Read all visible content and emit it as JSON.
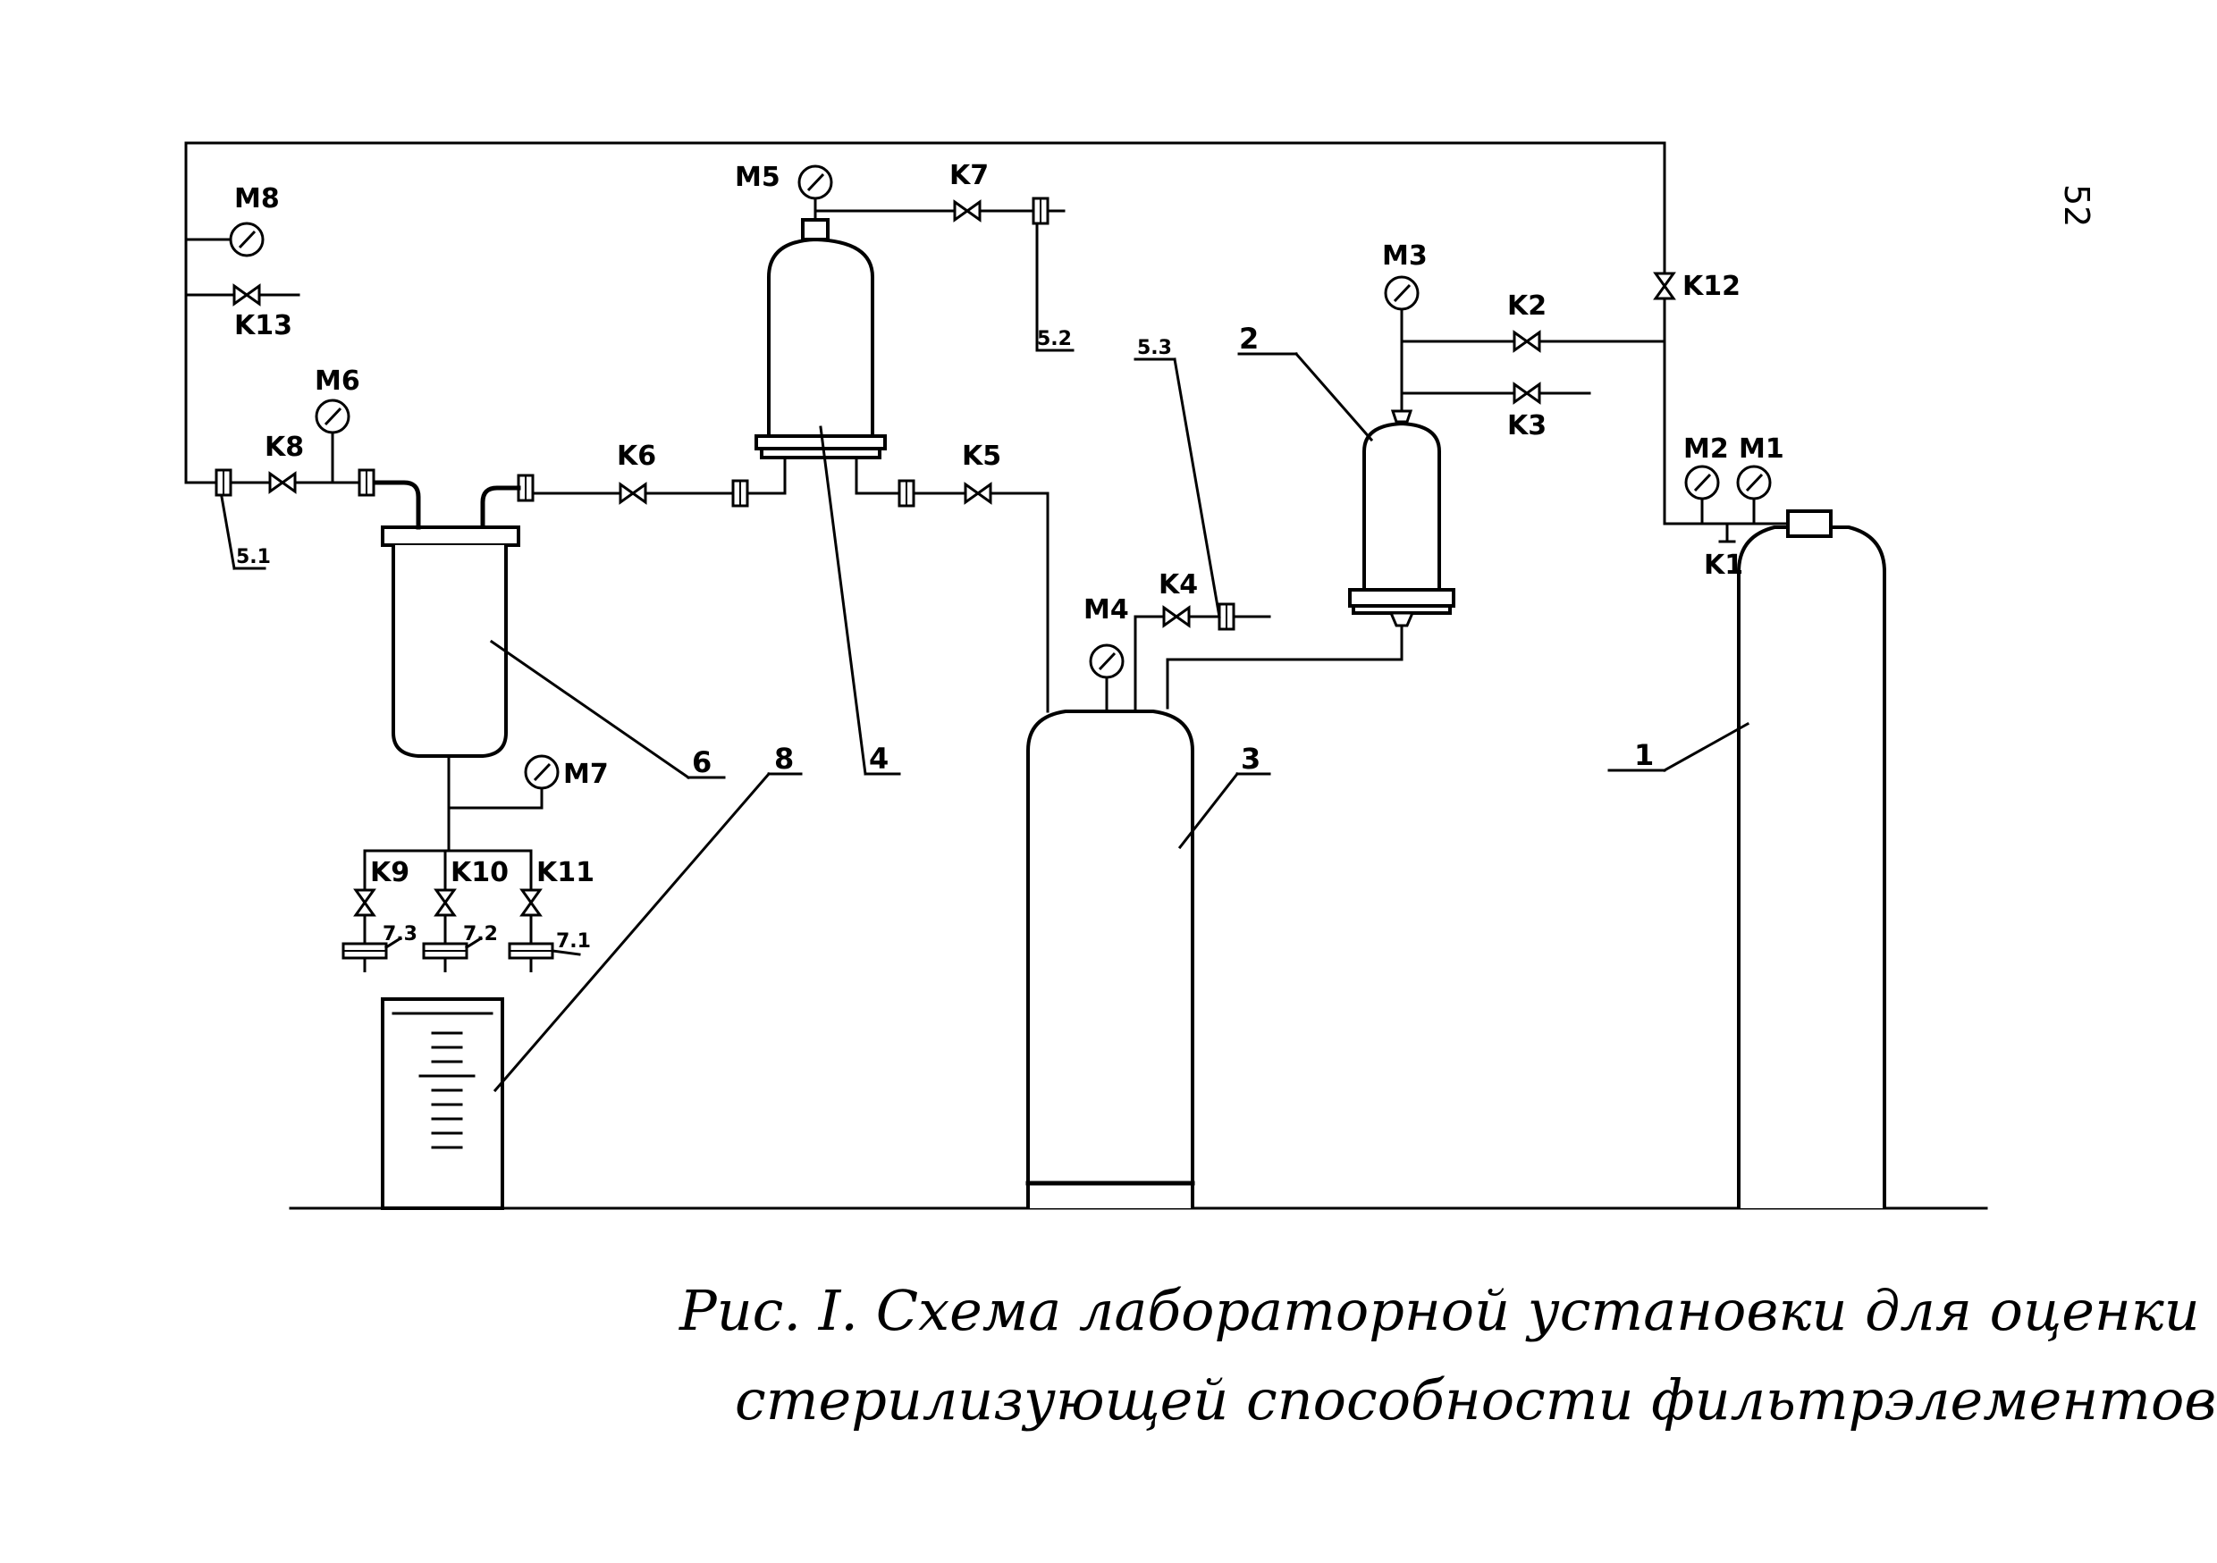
{
  "page_number": "52",
  "caption": {
    "line1": "Рис. I.  Схема  лабораторной  установки  для  оценки",
    "line2": "стерилизующей  способности  фильтрэлементов"
  },
  "labels": {
    "M1": "M1",
    "M2": "M2",
    "M3": "M3",
    "M4": "M4",
    "M5": "M5",
    "M6": "M6",
    "M7": "M7",
    "M8": "M8",
    "K1": "K1",
    "K2": "K2",
    "K3": "K3",
    "K4": "K4",
    "K5": "K5",
    "K6": "K6",
    "K7": "K7",
    "K8": "K8",
    "K9": "K9",
    "K10": "K10",
    "K11": "K11",
    "K12": "K12",
    "K13": "K13"
  },
  "callouts": {
    "c1": "1",
    "c2": "2",
    "c3": "3",
    "c4": "4",
    "c6": "6",
    "c8": "8",
    "c51": "5.1",
    "c52": "5.2",
    "c53": "5.3",
    "c71": "7.1",
    "c72": "7.2",
    "c73": "7.3"
  }
}
